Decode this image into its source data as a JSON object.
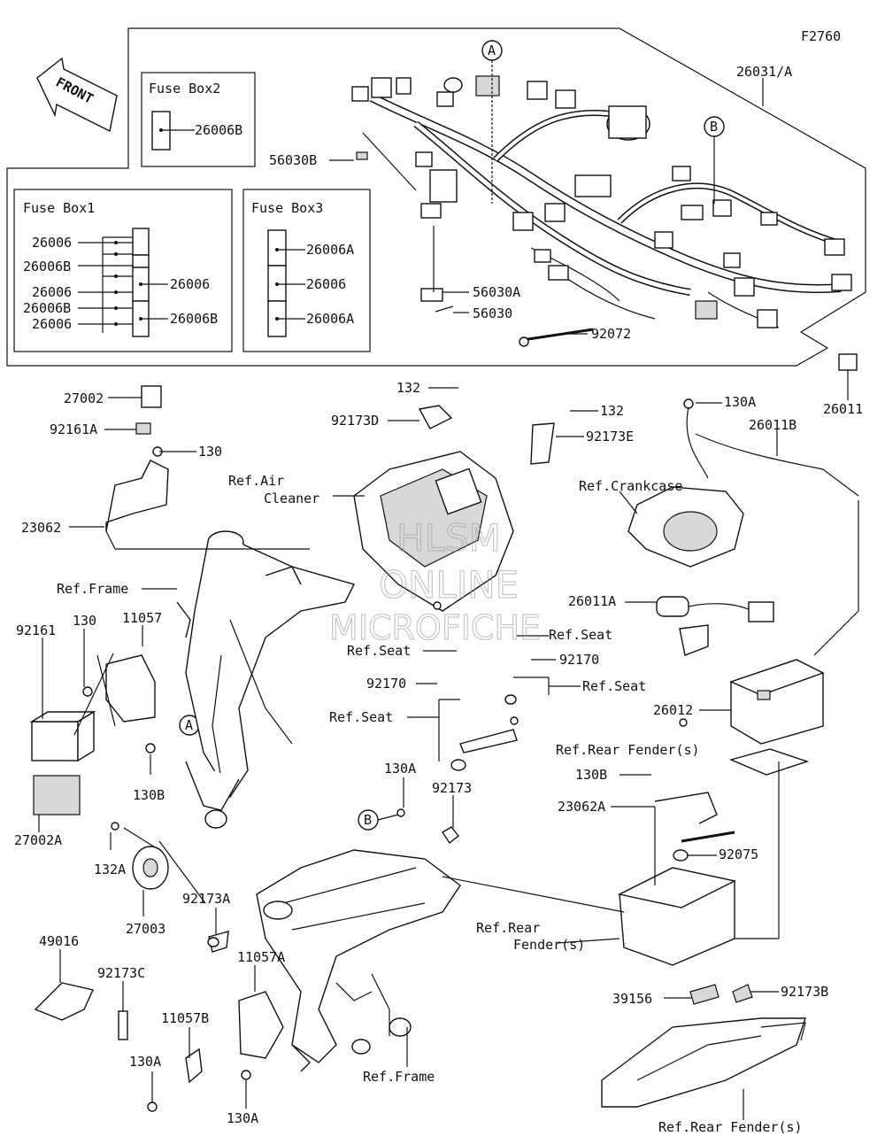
{
  "figure_code": "F2760",
  "front_label": "FRONT",
  "fuse_box2": {
    "title": "Fuse Box2",
    "parts": [
      "26006B"
    ]
  },
  "fuse_box1": {
    "title": "Fuse Box1",
    "left_parts": [
      "26006",
      "26006B",
      "26006",
      "26006B",
      "26006"
    ],
    "right_parts": [
      "26006",
      "26006B"
    ]
  },
  "fuse_box3": {
    "title": "Fuse Box3",
    "parts": [
      "26006A",
      "26006",
      "26006A"
    ]
  },
  "circle_labels": [
    "A",
    "B",
    "A",
    "B"
  ],
  "watermark": [
    "HLSM",
    "ONLINE",
    "MICROFICHE"
  ],
  "parts": [
    {
      "id": "p1",
      "text": "26031/A"
    },
    {
      "id": "p2",
      "text": "56030B"
    },
    {
      "id": "p3",
      "text": "56030A"
    },
    {
      "id": "p4",
      "text": "56030"
    },
    {
      "id": "p5",
      "text": "92072"
    },
    {
      "id": "p6",
      "text": "26011"
    },
    {
      "id": "p7",
      "text": "27002"
    },
    {
      "id": "p8",
      "text": "92161A"
    },
    {
      "id": "p9",
      "text": "130"
    },
    {
      "id": "p10",
      "text": "23062"
    },
    {
      "id": "p11",
      "text": "Ref.Frame"
    },
    {
      "id": "p12",
      "text": "130"
    },
    {
      "id": "p13",
      "text": "11057"
    },
    {
      "id": "p14",
      "text": "92161"
    },
    {
      "id": "p15",
      "text": "130B"
    },
    {
      "id": "p16",
      "text": "27002A"
    },
    {
      "id": "p17",
      "text": "132A"
    },
    {
      "id": "p18",
      "text": "27003"
    },
    {
      "id": "p19",
      "text": "49016"
    },
    {
      "id": "p20",
      "text": "92173C"
    },
    {
      "id": "p21",
      "text": "130A"
    },
    {
      "id": "p22",
      "text": "11057B"
    },
    {
      "id": "p23",
      "text": "11057A"
    },
    {
      "id": "p24",
      "text": "92173A"
    },
    {
      "id": "p25",
      "text": "130A"
    },
    {
      "id": "p26",
      "text": "Ref.Frame"
    },
    {
      "id": "p27",
      "text": "132"
    },
    {
      "id": "p28",
      "text": "92173D"
    },
    {
      "id": "p29",
      "text": "132"
    },
    {
      "id": "p30",
      "text": "92173E"
    },
    {
      "id": "p31",
      "text": "Ref.Air"
    },
    {
      "id": "p32",
      "text": "Cleaner"
    },
    {
      "id": "p33",
      "text": "Ref.Seat"
    },
    {
      "id": "p34",
      "text": "92170"
    },
    {
      "id": "p35",
      "text": "Ref.Seat"
    },
    {
      "id": "p36",
      "text": "92170"
    },
    {
      "id": "p37",
      "text": "Ref.Seat"
    },
    {
      "id": "p38",
      "text": "Ref.Seat"
    },
    {
      "id": "p39",
      "text": "130A"
    },
    {
      "id": "p40",
      "text": "92173"
    },
    {
      "id": "p41",
      "text": "Ref.Rear"
    },
    {
      "id": "p42",
      "text": "Fender(s)"
    },
    {
      "id": "p43",
      "text": "130A"
    },
    {
      "id": "p44",
      "text": "26011B"
    },
    {
      "id": "p45",
      "text": "Ref.Crankcase"
    },
    {
      "id": "p46",
      "text": "26011A"
    },
    {
      "id": "p47",
      "text": "26012"
    },
    {
      "id": "p48",
      "text": "Ref.Rear Fender(s)"
    },
    {
      "id": "p49",
      "text": "130B"
    },
    {
      "id": "p50",
      "text": "23062A"
    },
    {
      "id": "p51",
      "text": "92075"
    },
    {
      "id": "p52",
      "text": "39156"
    },
    {
      "id": "p53",
      "text": "92173B"
    },
    {
      "id": "p54",
      "text": "Ref.Rear Fender(s)"
    }
  ]
}
